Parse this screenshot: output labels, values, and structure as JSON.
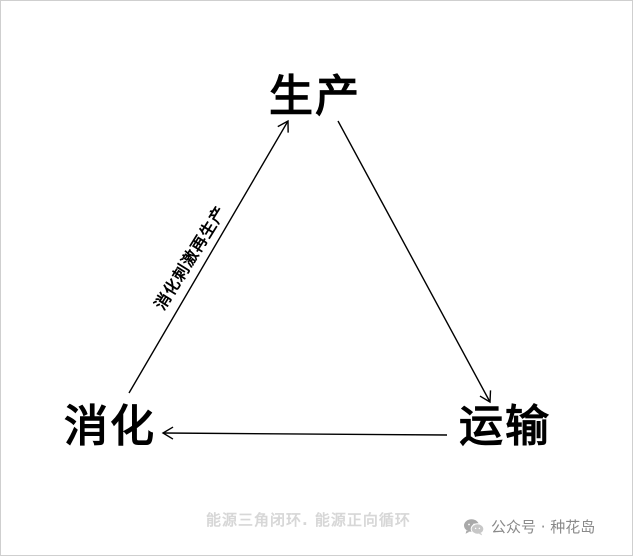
{
  "diagram": {
    "nodes": {
      "top": "生产",
      "left": "消化",
      "right": "运输"
    },
    "edge_label": "消化刺激再生产",
    "arrow_color": "#000000"
  },
  "caption": "能源三角闭环. 能源正向循环",
  "watermark": {
    "icon": "wechat-icon",
    "text": "公众号 · 种花岛"
  }
}
